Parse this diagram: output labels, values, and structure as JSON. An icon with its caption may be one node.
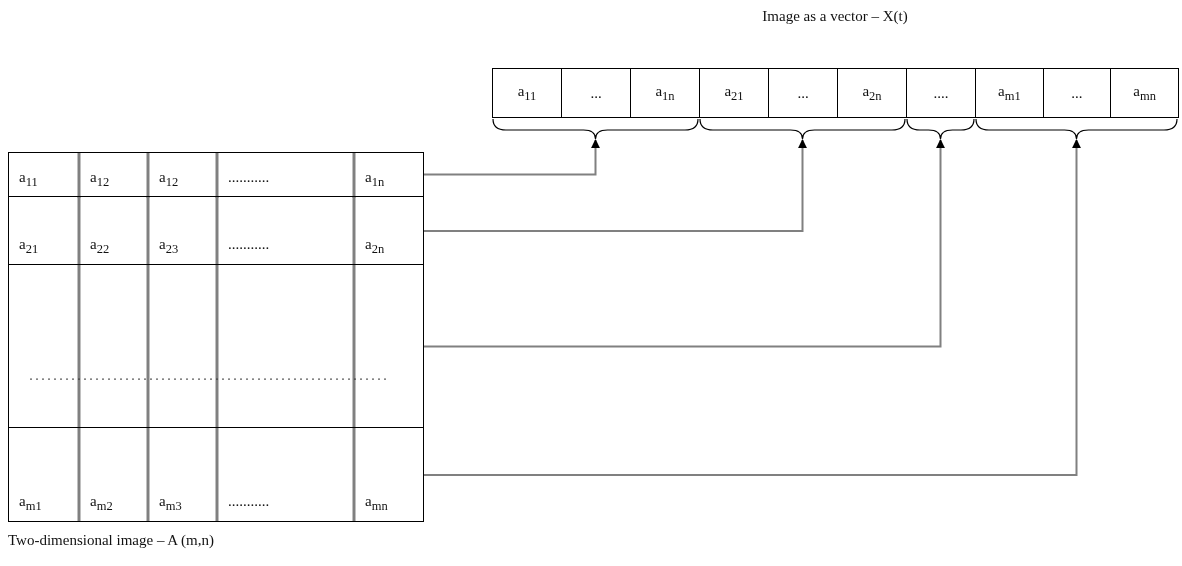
{
  "diagram": {
    "nodes": [
      {
        "text": [
          "a$_{11}$",
          "a$_{12}$",
          "a$_{12}$",
          "...........",
          "a$_{1n}$"
        ]
      },
      {
        "text": [
          "a$_{21}$",
          "a$_{22}$",
          "a$_{23}$",
          "...........",
          "a$_{2n}$"
        ]
      },
      {
        "text": [],
        "shape": "box"
      },
      {
        "text": [
          "a$_{m1}$",
          "a$_{m2}$",
          "a$_{m3}$",
          "...........",
          "a$_{mn}$"
        ]
      },
      {
        "text": [
          "a$_{11}$",
          "...",
          "a$_{1n}$"
        ]
      },
      {
        "text": [
          "a$_{21}$",
          "...",
          "a$_{2n}$"
        ]
      },
      {
        "text": [
          "...."
        ]
      },
      {
        "text": [
          "a$_{m1}$",
          "...",
          "a$_{mn}$"
        ]
      }
    ],
    "edges": [
      {
        "from": 0,
        "to": 4,
        "arrow": "to"
      },
      {
        "from": 1,
        "to": 5,
        "arrow": "to"
      },
      {
        "from": 2,
        "to": 6,
        "arrow": "to"
      },
      {
        "from": 3,
        "to": 7,
        "arrow": "to"
      }
    ],
    "labels": [
      "Image as a vector – X(t)",
      "Two-dimensional image – A (m,n)"
    ]
  }
}
